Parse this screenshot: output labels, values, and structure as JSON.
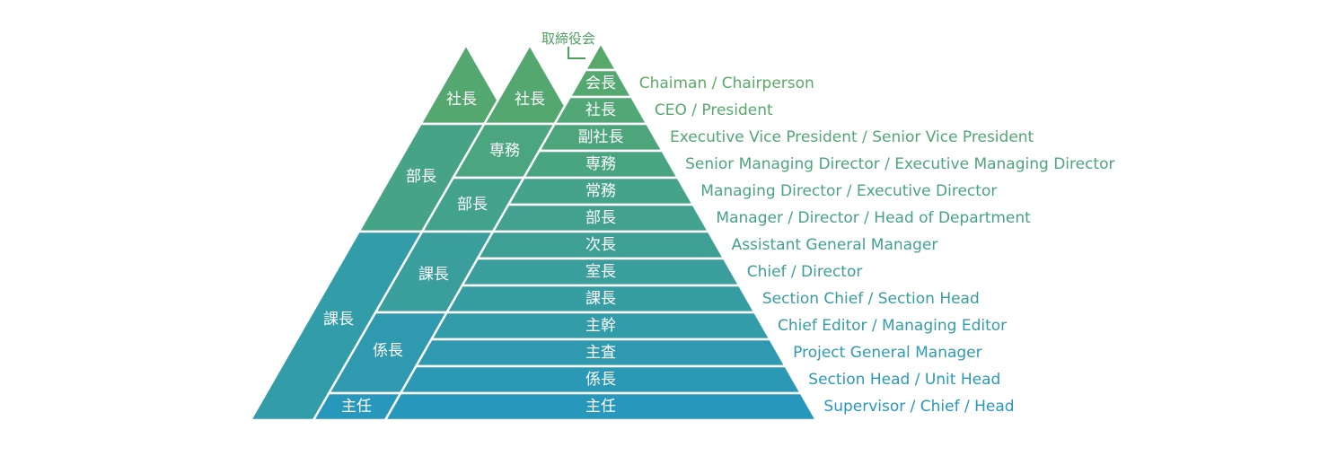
{
  "board_label": "取締役会",
  "ranks": [
    {
      "jp": "会長",
      "en": "Chaiman / Chairperson"
    },
    {
      "jp": "社長",
      "en": "CEO / President"
    },
    {
      "jp": "副社長",
      "en": "Executive Vice President / Senior Vice President"
    },
    {
      "jp": "専務",
      "en": "Senior Managing Director / Executive Managing Director"
    },
    {
      "jp": "常務",
      "en": "Managing Director / Executive Director"
    },
    {
      "jp": "部長",
      "en": "Manager / Director / Head of Department"
    },
    {
      "jp": "次長",
      "en": "Assistant General Manager"
    },
    {
      "jp": "室長",
      "en": "Chief / Director"
    },
    {
      "jp": "課長",
      "en": "Section Chief / Section Head"
    },
    {
      "jp": "主幹",
      "en": "Chief Editor / Managing Editor"
    },
    {
      "jp": "主査",
      "en": "Project General Manager"
    },
    {
      "jp": "係長",
      "en": "Section Head / Unit Head"
    },
    {
      "jp": "主任",
      "en": "Supervisor / Chief / Head"
    }
  ],
  "groups_outer": [
    {
      "label": "社長"
    },
    {
      "label": "部長"
    },
    {
      "label": "課長"
    }
  ],
  "groups_middle": [
    {
      "label": "社長"
    },
    {
      "label": "専務"
    },
    {
      "label": "部長"
    },
    {
      "label": "課長"
    },
    {
      "label": "係長"
    },
    {
      "label": "主任"
    }
  ],
  "colors": {
    "band_top": "#5aaa66",
    "band_bottom": "#2597bf",
    "text_top": "#5aaa66",
    "text_bottom": "#2797bd"
  }
}
